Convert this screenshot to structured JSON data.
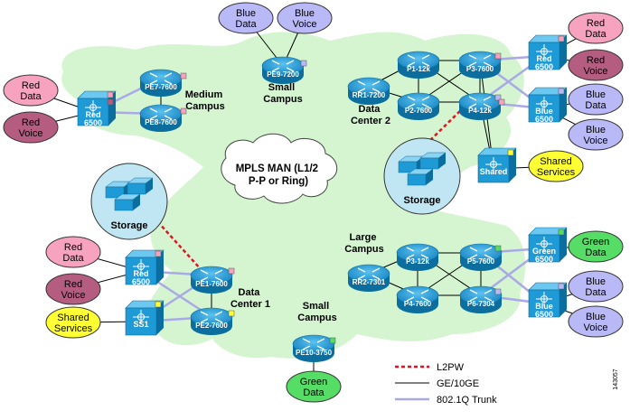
{
  "colors": {
    "cloud": "#d4f5d0",
    "cloud_stroke": "#6e8f6a",
    "device": "#1e9ad6",
    "device_dark": "#0c6e9e",
    "red_ep": "#f7a3c0",
    "redvoice_ep": "#b45d80",
    "blue_ep": "#b9b9f7",
    "yellow_ep": "#ffff33",
    "green_ep": "#55dd66",
    "l2pw": "#e8101e",
    "trunk": "#a9a9e8",
    "ge": "#000000"
  },
  "areas": {
    "medium_campus": [
      "Medium",
      "Campus"
    ],
    "small_campus_top": [
      "Small",
      "Campus"
    ],
    "data_center_2": [
      "Data",
      "Center 2"
    ],
    "data_center_1": [
      "Data",
      "Center 1"
    ],
    "large_campus": [
      "Large",
      "Campus"
    ],
    "small_campus_bottom": [
      "Small",
      "Campus"
    ],
    "mpls_man": [
      "MPLS MAN (L1/2",
      "P-P or Ring)"
    ]
  },
  "storage": {
    "top": "Storage",
    "right": "Storage"
  },
  "routers": {
    "pe7": "PE7-7600",
    "pe8": "PE8-7600",
    "pe9": "PE9-7200",
    "rr1": "RR1-7200",
    "p1": "P1-12k",
    "p2": "P2-7600",
    "p3": "P3-7600",
    "p4": "P4-12k",
    "pe1": "PE1-7600",
    "pe2": "PE2-7600",
    "pe10": "PE10-3750",
    "rr2": "RR2-7301",
    "p3b": "P3-12k",
    "p4b": "P4-7600",
    "p5": "P5-7600",
    "p6": "P6-7304"
  },
  "switches": {
    "red_mc": [
      "Red",
      "6500"
    ],
    "red_dc2": [
      "Red",
      "6500"
    ],
    "blue_dc2": [
      "Blue",
      "6500"
    ],
    "shared_dc2": [
      "Shared"
    ],
    "red_dc1": [
      "Red",
      "6500"
    ],
    "ss1": [
      "SS1"
    ],
    "green_lc": [
      "Green",
      "6500"
    ],
    "blue_lc": [
      "Blue",
      "6500"
    ]
  },
  "endpoints": {
    "mc_red_data": [
      "Red",
      "Data"
    ],
    "mc_red_voice": [
      "Red",
      "Voice"
    ],
    "sc_blue_data": [
      "Blue",
      "Data"
    ],
    "sc_blue_voice": [
      "Blue",
      "Voice"
    ],
    "dc2_red_data": [
      "Red",
      "Data"
    ],
    "dc2_red_voice": [
      "Red",
      "Voice"
    ],
    "dc2_blue_data": [
      "Blue",
      "Data"
    ],
    "dc2_blue_voice": [
      "Blue",
      "Voice"
    ],
    "dc2_shared": [
      "Shared",
      "Services"
    ],
    "dc1_red_data": [
      "Red",
      "Data"
    ],
    "dc1_red_voice": [
      "Red",
      "Voice"
    ],
    "dc1_shared": [
      "Shared",
      "Services"
    ],
    "lc_green_data": [
      "Green",
      "Data"
    ],
    "lc_blue_data": [
      "Blue",
      "Data"
    ],
    "lc_blue_voice": [
      "Blue",
      "Voice"
    ],
    "sc2_green_data": [
      "Green",
      "Data"
    ]
  },
  "legend": {
    "l2pw": "L2PW",
    "ge": "GE/10GE",
    "trunk": "802.1Q Trunk"
  },
  "figure_id": "143057"
}
